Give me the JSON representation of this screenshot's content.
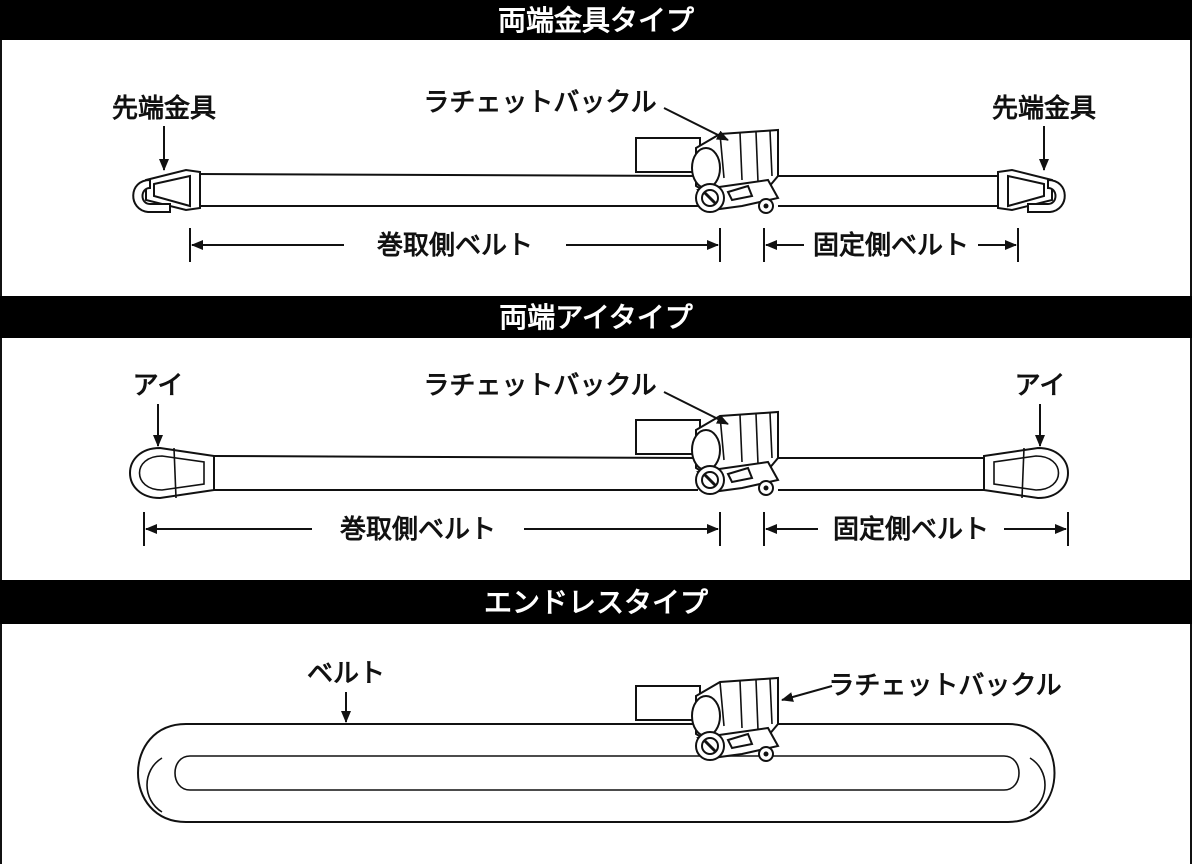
{
  "sections": [
    {
      "title": "両端金具タイプ",
      "left_end_label": "先端金具",
      "right_end_label": "先端金具",
      "buckle_label": "ラチェットバックル",
      "take_up_label": "巻取側ベルト",
      "fixed_label": "固定側ベルト"
    },
    {
      "title": "両端アイタイプ",
      "left_end_label": "アイ",
      "right_end_label": "アイ",
      "buckle_label": "ラチェットバックル",
      "take_up_label": "巻取側ベルト",
      "fixed_label": "固定側ベルト"
    },
    {
      "title": "エンドレスタイプ",
      "belt_label": "ベルト",
      "buckle_label": "ラチェットバックル"
    }
  ]
}
